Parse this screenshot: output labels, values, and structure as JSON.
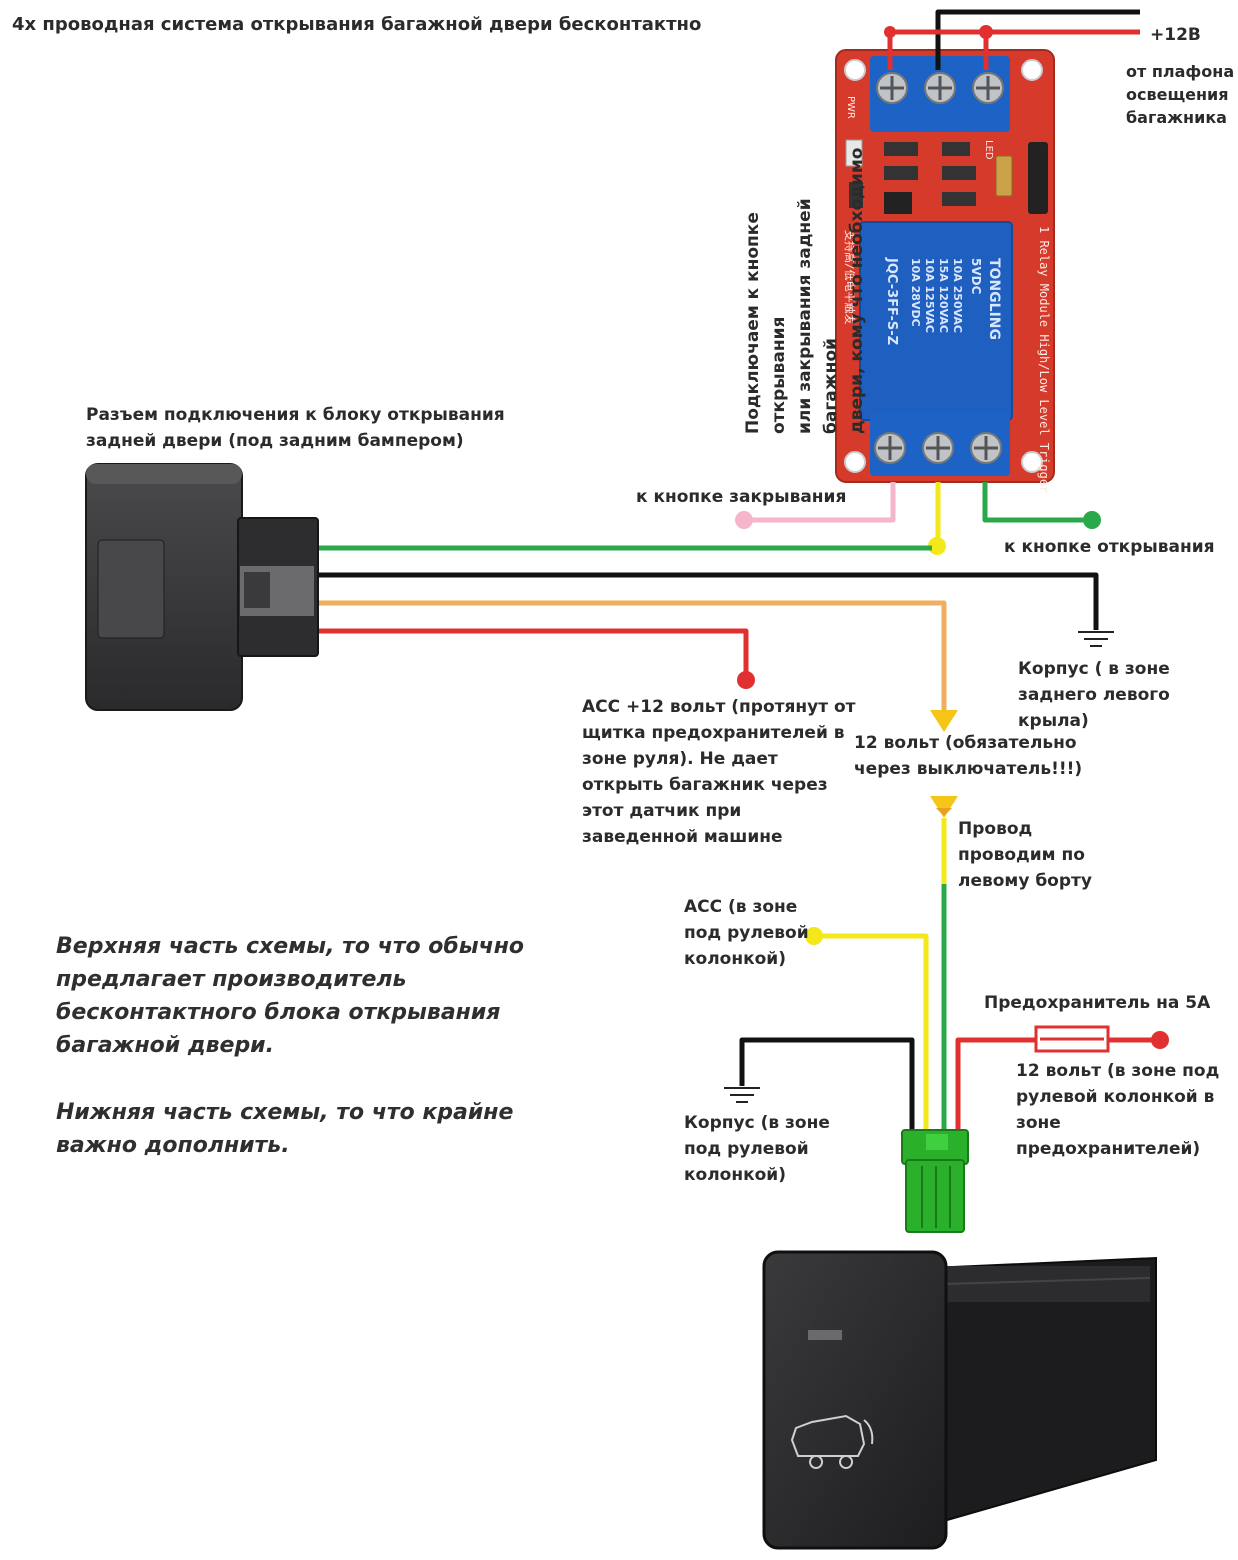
{
  "title": "4х проводная система открывания багажной двери бесконтактно",
  "labels": {
    "plus12v": "+12В",
    "ceiling_lamp": "от плафона\nосвещения\nбагажника",
    "relay_connect": "Подключаем к кнопке открывания\nили закрывания задней багажной\nдвери, кому что необходимо",
    "door_connector": "Разъем подключения к блоку открывания\nзадней двери (под задним бампером)",
    "close_button": "к кнопке  закрывания",
    "open_button": "к кнопке открывания",
    "body_rear": "Корпус ( в зоне\nзаднего левого крыла)",
    "acc_main": "ACC +12 вольт (протянут от\nщитка предохранителей в\nзоне руля). Не дает\nоткрыть багажник через\nэтот датчик при\nзаведенной машине",
    "twelve_switch": "12 вольт (обязательно\nчерез выключатель!!!)",
    "wire_left": "Провод\nпроводим по\nлевому борту",
    "acc_steering": "ACC (в зоне\nпод рулевой\nколонкой)",
    "fuse": "Предохранитель на 5А",
    "twelve_fuse_zone": "12 вольт (в зоне под\nрулевой колонкой в\nзоне предохранителей)",
    "body_steering": "Корпус (в зоне\nпод рулевой\nколонкой)"
  },
  "notes": {
    "top": "Верхняя часть схемы, то что обычно\nпредлагает производитель\nбесконтактного блока открывания\nбагажной двери.",
    "bottom": "Нижняя часть схемы, то что крайне\nважно дополнить."
  },
  "relay": {
    "brand": "TONGLING",
    "model": "JQC-3FF-S-Z",
    "ratings": [
      "10A 250VAC",
      "15A 120VAC",
      "10A 125VAC",
      "10A 28VDC"
    ],
    "coil": "5VDC",
    "board_text": "1 Relay Module High/Low Level Trigger",
    "pwr_label": "PWR",
    "led_label": "LED",
    "chinese_text": "支持高/低电平触发"
  },
  "colors": {
    "wire_red": "#e03030",
    "wire_green": "#2aa84a",
    "wire_black": "#111111",
    "wire_orange": "#f0ae60",
    "wire_yellow": "#f2e81a",
    "wire_pink": "#f5b6cc",
    "board_red": "#d63a2a",
    "relay_blue": "#1f5fc0",
    "terminal_blue": "#1d63c6",
    "connector_green": "#2bb02b"
  }
}
